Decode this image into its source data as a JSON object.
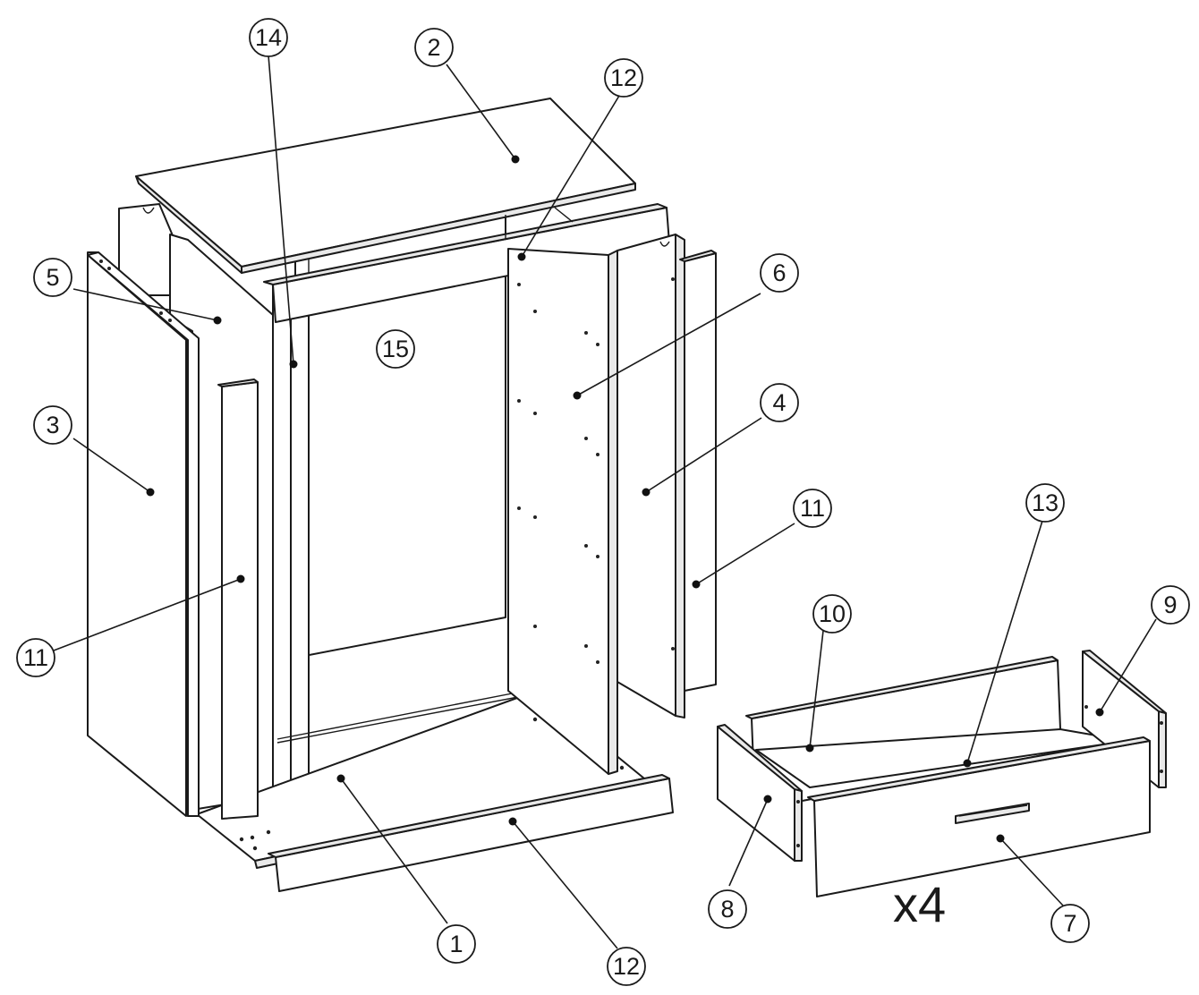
{
  "callouts": [
    {
      "id": "c14a",
      "label": "14"
    },
    {
      "id": "c2",
      "label": "2"
    },
    {
      "id": "c12a",
      "label": "12"
    },
    {
      "id": "c5",
      "label": "5"
    },
    {
      "id": "c6",
      "label": "6"
    },
    {
      "id": "c15",
      "label": "15"
    },
    {
      "id": "c3",
      "label": "3"
    },
    {
      "id": "c4",
      "label": "4"
    },
    {
      "id": "c11a",
      "label": "11"
    },
    {
      "id": "c13",
      "label": "13"
    },
    {
      "id": "c11b",
      "label": "11"
    },
    {
      "id": "c10",
      "label": "10"
    },
    {
      "id": "c9",
      "label": "9"
    },
    {
      "id": "c8",
      "label": "8"
    },
    {
      "id": "c7",
      "label": "7"
    },
    {
      "id": "c1",
      "label": "1"
    },
    {
      "id": "c12b",
      "label": "12"
    }
  ],
  "quantity_label": "x4"
}
